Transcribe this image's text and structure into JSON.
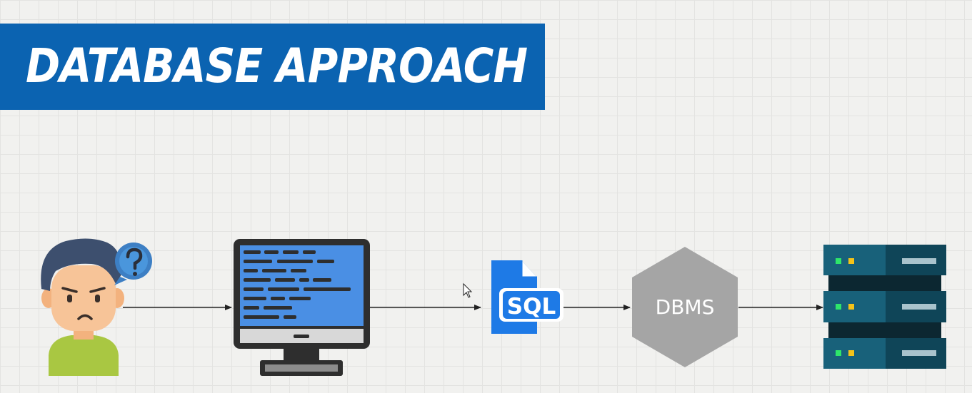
{
  "title": "DATABASE APPROACH",
  "nodes": {
    "user": {
      "icon": "confused-user-icon",
      "badge_icon": "question-mark-icon"
    },
    "computer": {
      "icon": "computer-monitor-icon"
    },
    "sql": {
      "icon": "sql-file-icon",
      "label": "SQL"
    },
    "dbms": {
      "icon": "hexagon-icon",
      "label": "DBMS"
    },
    "database": {
      "icon": "database-server-icon"
    }
  },
  "colors": {
    "banner": "#0b63b1",
    "title_text": "#ffffff",
    "sql_blue": "#1e7ae6",
    "dbms_gray": "#a5a5a5",
    "monitor_screen": "#4a8fe4",
    "server_teal": "#18617a",
    "arrow": "#222222"
  }
}
